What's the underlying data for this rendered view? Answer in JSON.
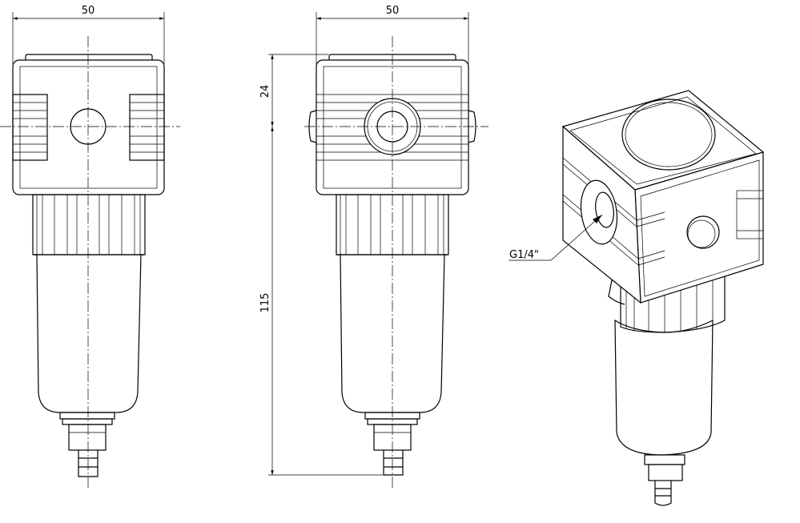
{
  "dimensions": {
    "front_width": "50",
    "side_width": "50",
    "top_height": "24",
    "total_height": "115"
  },
  "callout": {
    "port_thread": "G1/4\""
  },
  "colors": {
    "line": "#000000",
    "background": "#ffffff"
  }
}
